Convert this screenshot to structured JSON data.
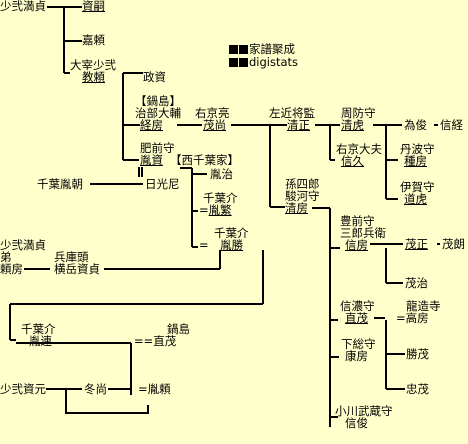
{
  "credits": {
    "line1": "家譜聚成",
    "line2": "digistats"
  },
  "people": {
    "p1": "少弐満貞",
    "p2": "資嗣",
    "p3": "嘉頼",
    "p4a": "大宰少弐",
    "p4b": "教頼",
    "p5": "政資",
    "p6a": "【鍋島】",
    "p6b": "治部大輔",
    "p6c": "経房",
    "p7a": "右京亮",
    "p7b": "茂尚",
    "p8a": "左近将監",
    "p8b": "清正",
    "p9a": "周防守",
    "p9b": "清虎",
    "p10": "為俊",
    "p11": "信経",
    "p12a": "右京大夫",
    "p12b": "信久",
    "p13a": "丹波守",
    "p13b": "種房",
    "p14a": "伊賀守",
    "p14b": "道虎",
    "p15a": "肥前守",
    "p15b": "胤資",
    "p15c": "【西千葉家】",
    "p16": "胤治",
    "p17": "日光尼",
    "p18": "千葉胤朝",
    "p19a": "千葉介",
    "p19b": "胤繁",
    "p20a": "孫四郎",
    "p20b": "駿河守",
    "p20c": "清房",
    "p21a": "千葉介",
    "p21b": "胤勝",
    "p22a": "豊前守",
    "p22b": "三郎兵衛",
    "p22c": "信房",
    "p23": "茂正",
    "p24": "茂朗",
    "p25": "茂治",
    "p26a": "少弐満貞",
    "p26b": "弟",
    "p26c": "頼房",
    "p27a": "兵庫頭",
    "p27b": "横岳資貞",
    "p28a": "信濃守",
    "p28b": "直茂",
    "p29a": "龍造寺",
    "p29b": "高房",
    "p30a": "千葉介",
    "p30b": "胤連",
    "p31a": "鍋島",
    "p31b": "直茂",
    "p32a": "下総守",
    "p32b": "康房",
    "p33": "勝茂",
    "p34": "少弐資元",
    "p35": "冬尚",
    "p36": "胤頼",
    "p37": "忠茂",
    "p38a": "小川武蔵守",
    "p38b": "信俊"
  }
}
